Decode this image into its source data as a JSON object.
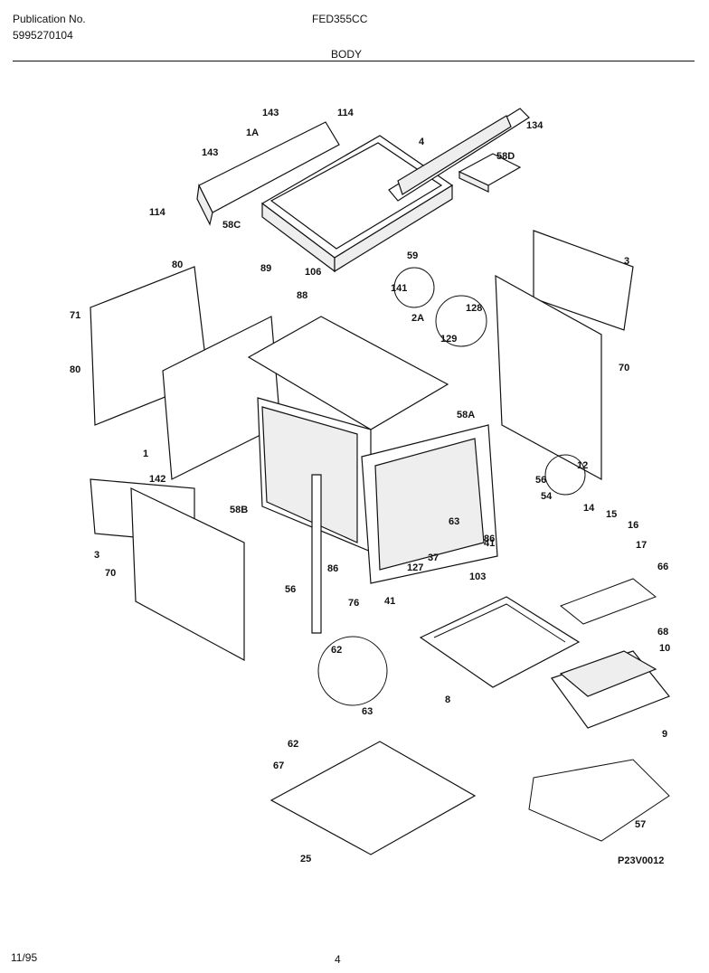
{
  "header": {
    "publication_label": "Publication No.",
    "publication_number": "5995270104",
    "model": "FED355CC",
    "section": "BODY"
  },
  "footer": {
    "date": "11/95",
    "page": "4"
  },
  "diagram_code": "P23V0012",
  "callouts": [
    "143",
    "114",
    "134",
    "1A",
    "4",
    "143",
    "58D",
    "114",
    "58C",
    "80",
    "89",
    "106",
    "59",
    "141",
    "3",
    "71",
    "88",
    "128",
    "2A",
    "129",
    "80",
    "70",
    "1",
    "58A",
    "142",
    "12",
    "58B",
    "56",
    "54",
    "14",
    "15",
    "16",
    "3",
    "86",
    "63",
    "41",
    "17",
    "70",
    "86",
    "127",
    "37",
    "66",
    "56",
    "76",
    "41",
    "103",
    "68",
    "10",
    "62",
    "8",
    "63",
    "9",
    "62",
    "67",
    "57",
    "25"
  ]
}
